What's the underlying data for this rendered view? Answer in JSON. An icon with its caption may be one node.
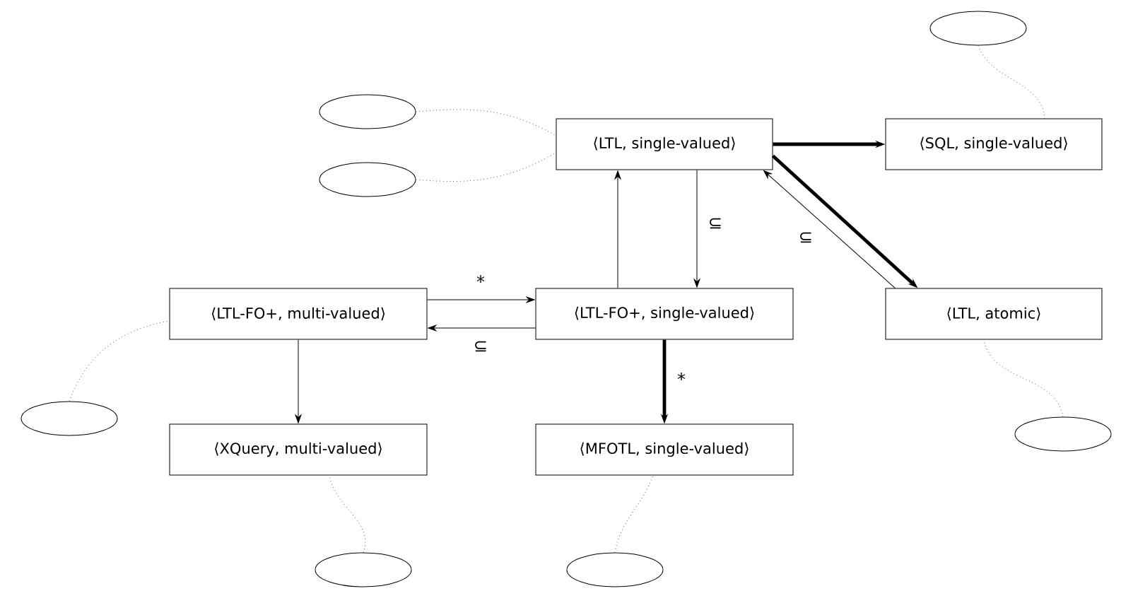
{
  "diagram": {
    "nodes": [
      {
        "text": [
          "⟨LTL, single-valued⟩"
        ]
      },
      {
        "text": [
          "⟨SQL, single-valued⟩"
        ]
      },
      {
        "text": [
          "⟨LTL-FO+, multi-valued⟩"
        ]
      },
      {
        "text": [
          "⟨LTL-FO+, single-valued⟩"
        ]
      },
      {
        "text": [
          "⟨LTL, atomic⟩"
        ]
      },
      {
        "text": [
          "⟨XQuery, multi-valued⟩"
        ]
      },
      {
        "text": [
          "⟨MFOTL, single-valued⟩"
        ]
      },
      {
        "text": [],
        "shape": "ellipse"
      },
      {
        "text": [],
        "shape": "ellipse"
      },
      {
        "text": [],
        "shape": "ellipse"
      },
      {
        "text": [],
        "shape": "ellipse"
      },
      {
        "text": [],
        "shape": "ellipse"
      },
      {
        "text": [],
        "shape": "ellipse"
      },
      {
        "text": [],
        "shape": "ellipse"
      }
    ],
    "edges": [
      {
        "from": 0,
        "to": 1,
        "arrow": "to",
        "style": "thick"
      },
      {
        "from": 0,
        "to": 4,
        "arrow": "to",
        "style": "thick"
      },
      {
        "from": 4,
        "to": 0,
        "arrow": "to",
        "label": "⊆"
      },
      {
        "from": 3,
        "to": 0,
        "arrow": "to"
      },
      {
        "from": 0,
        "to": 3,
        "arrow": "to",
        "label": "⊆"
      },
      {
        "from": 2,
        "to": 3,
        "arrow": "to",
        "label": "*"
      },
      {
        "from": 3,
        "to": 2,
        "arrow": "to",
        "label": "⊆"
      },
      {
        "from": 3,
        "to": 6,
        "arrow": "to",
        "style": "thick",
        "label": "*"
      },
      {
        "from": 2,
        "to": 5,
        "arrow": "to"
      },
      {
        "from": 7,
        "to": 1,
        "arrow": "none",
        "style": "dashed"
      },
      {
        "from": 8,
        "to": 0,
        "arrow": "none",
        "style": "dashed"
      },
      {
        "from": 9,
        "to": 0,
        "arrow": "none",
        "style": "dashed"
      },
      {
        "from": 10,
        "to": 2,
        "arrow": "none",
        "style": "dashed"
      },
      {
        "from": 11,
        "to": 4,
        "arrow": "none",
        "style": "dashed"
      },
      {
        "from": 12,
        "to": 5,
        "arrow": "none",
        "style": "dashed"
      },
      {
        "from": 13,
        "to": 6,
        "arrow": "none",
        "style": "dashed"
      }
    ]
  }
}
